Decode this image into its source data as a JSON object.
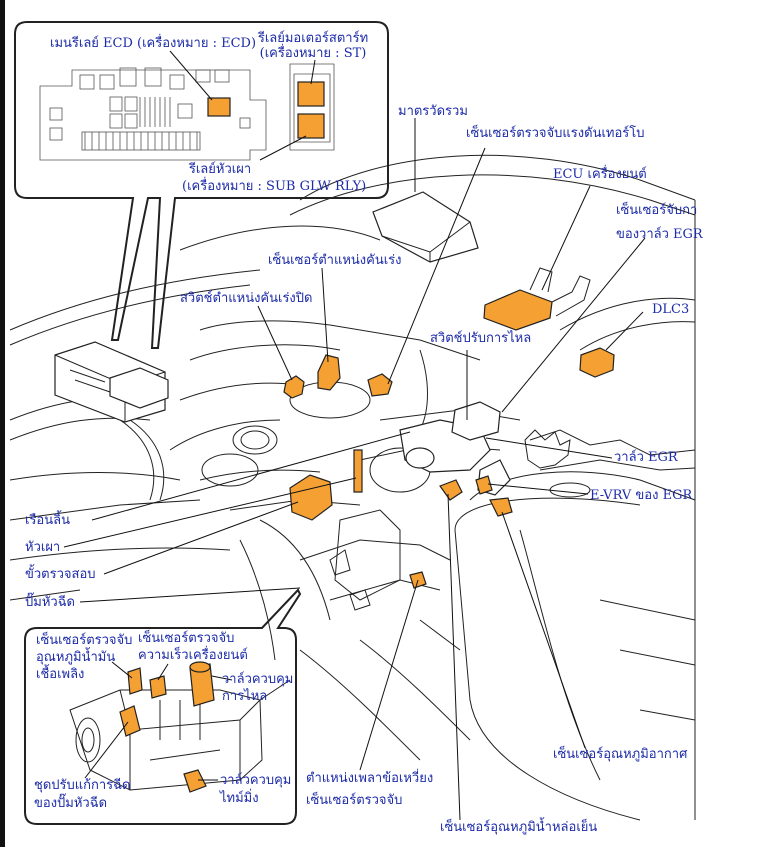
{
  "colors": {
    "component": "#f5a033",
    "label": "#1c2ba8",
    "line": "#222222",
    "background": "#ffffff"
  },
  "relay_box": {
    "ecd_relay": "เมนรีเลย์ ECD (เครื่องหมาย : ECD)",
    "starter_relay_1": "รีเลย์มอเตอร์สตาร์ท",
    "starter_relay_2": "(เครื่องหมาย : ST)",
    "glow_relay_1": "รีเลย์หัวเผา",
    "glow_relay_2": "(เครื่องหมาย : SUB GLW RLY)"
  },
  "labels": {
    "gauge": "มาตรวัดรวม",
    "turbo_sensor": "เซ็นเซอร์ตรวจจับแรงดันเทอร์โบ",
    "engine_ecu": "ECU เครื่องยนต์",
    "egr_sensor_1": "เซ็นเซอร์จับกา",
    "egr_sensor_2": "ของวาล์ว EGR",
    "accel_position": "เซ็นเซอร์ตำแหน่งคันเร่ง",
    "idle_switch": "สวิตช์ตำแหน่งคันเร่งปิด",
    "dlc3": "DLC3",
    "flow_switch": "สวิตช์ปรับการไหล",
    "egr_valve": "วาล์ว EGR",
    "evrv": "E-VRV ของ EGR",
    "glow_indicator": "เรือนลิ้น",
    "glow_plug": "หัวเผา",
    "check_terminal": "ขั้วตรวจสอบ",
    "injection_pump": "ปั๊มหัวฉีด",
    "intake_air_temp": "เซ็นเซอร์อุณหภูมิอากาศ",
    "crank_1": "ตำแหน่งเพลาข้อเหวี่ยง",
    "crank_2": "เซ็นเซอร์ตรวจจับ",
    "coolant_temp": "เซ็นเซอร์อุณหภูมิน้ำหล่อเย็น"
  },
  "pump_box": {
    "fuel_temp_1": "เซ็นเซอร์ตรวจจับ",
    "fuel_temp_2": "อุณหภูมิน้ำมัน",
    "fuel_temp_3": "เชื้อเพลิง",
    "speed_1": "เซ็นเซอร์ตรวจจับ",
    "speed_2": "ความเร็วเครื่องยนต์",
    "spill_1": "วาล์วควบคุม",
    "spill_2": "การไหล",
    "correction_1": "ชุดปรับแก้การฉีด",
    "correction_2": "ของปั๊มหัวฉีด",
    "timing_1": "วาล์วควบคุม",
    "timing_2": "ไทม์มิ่ง"
  }
}
